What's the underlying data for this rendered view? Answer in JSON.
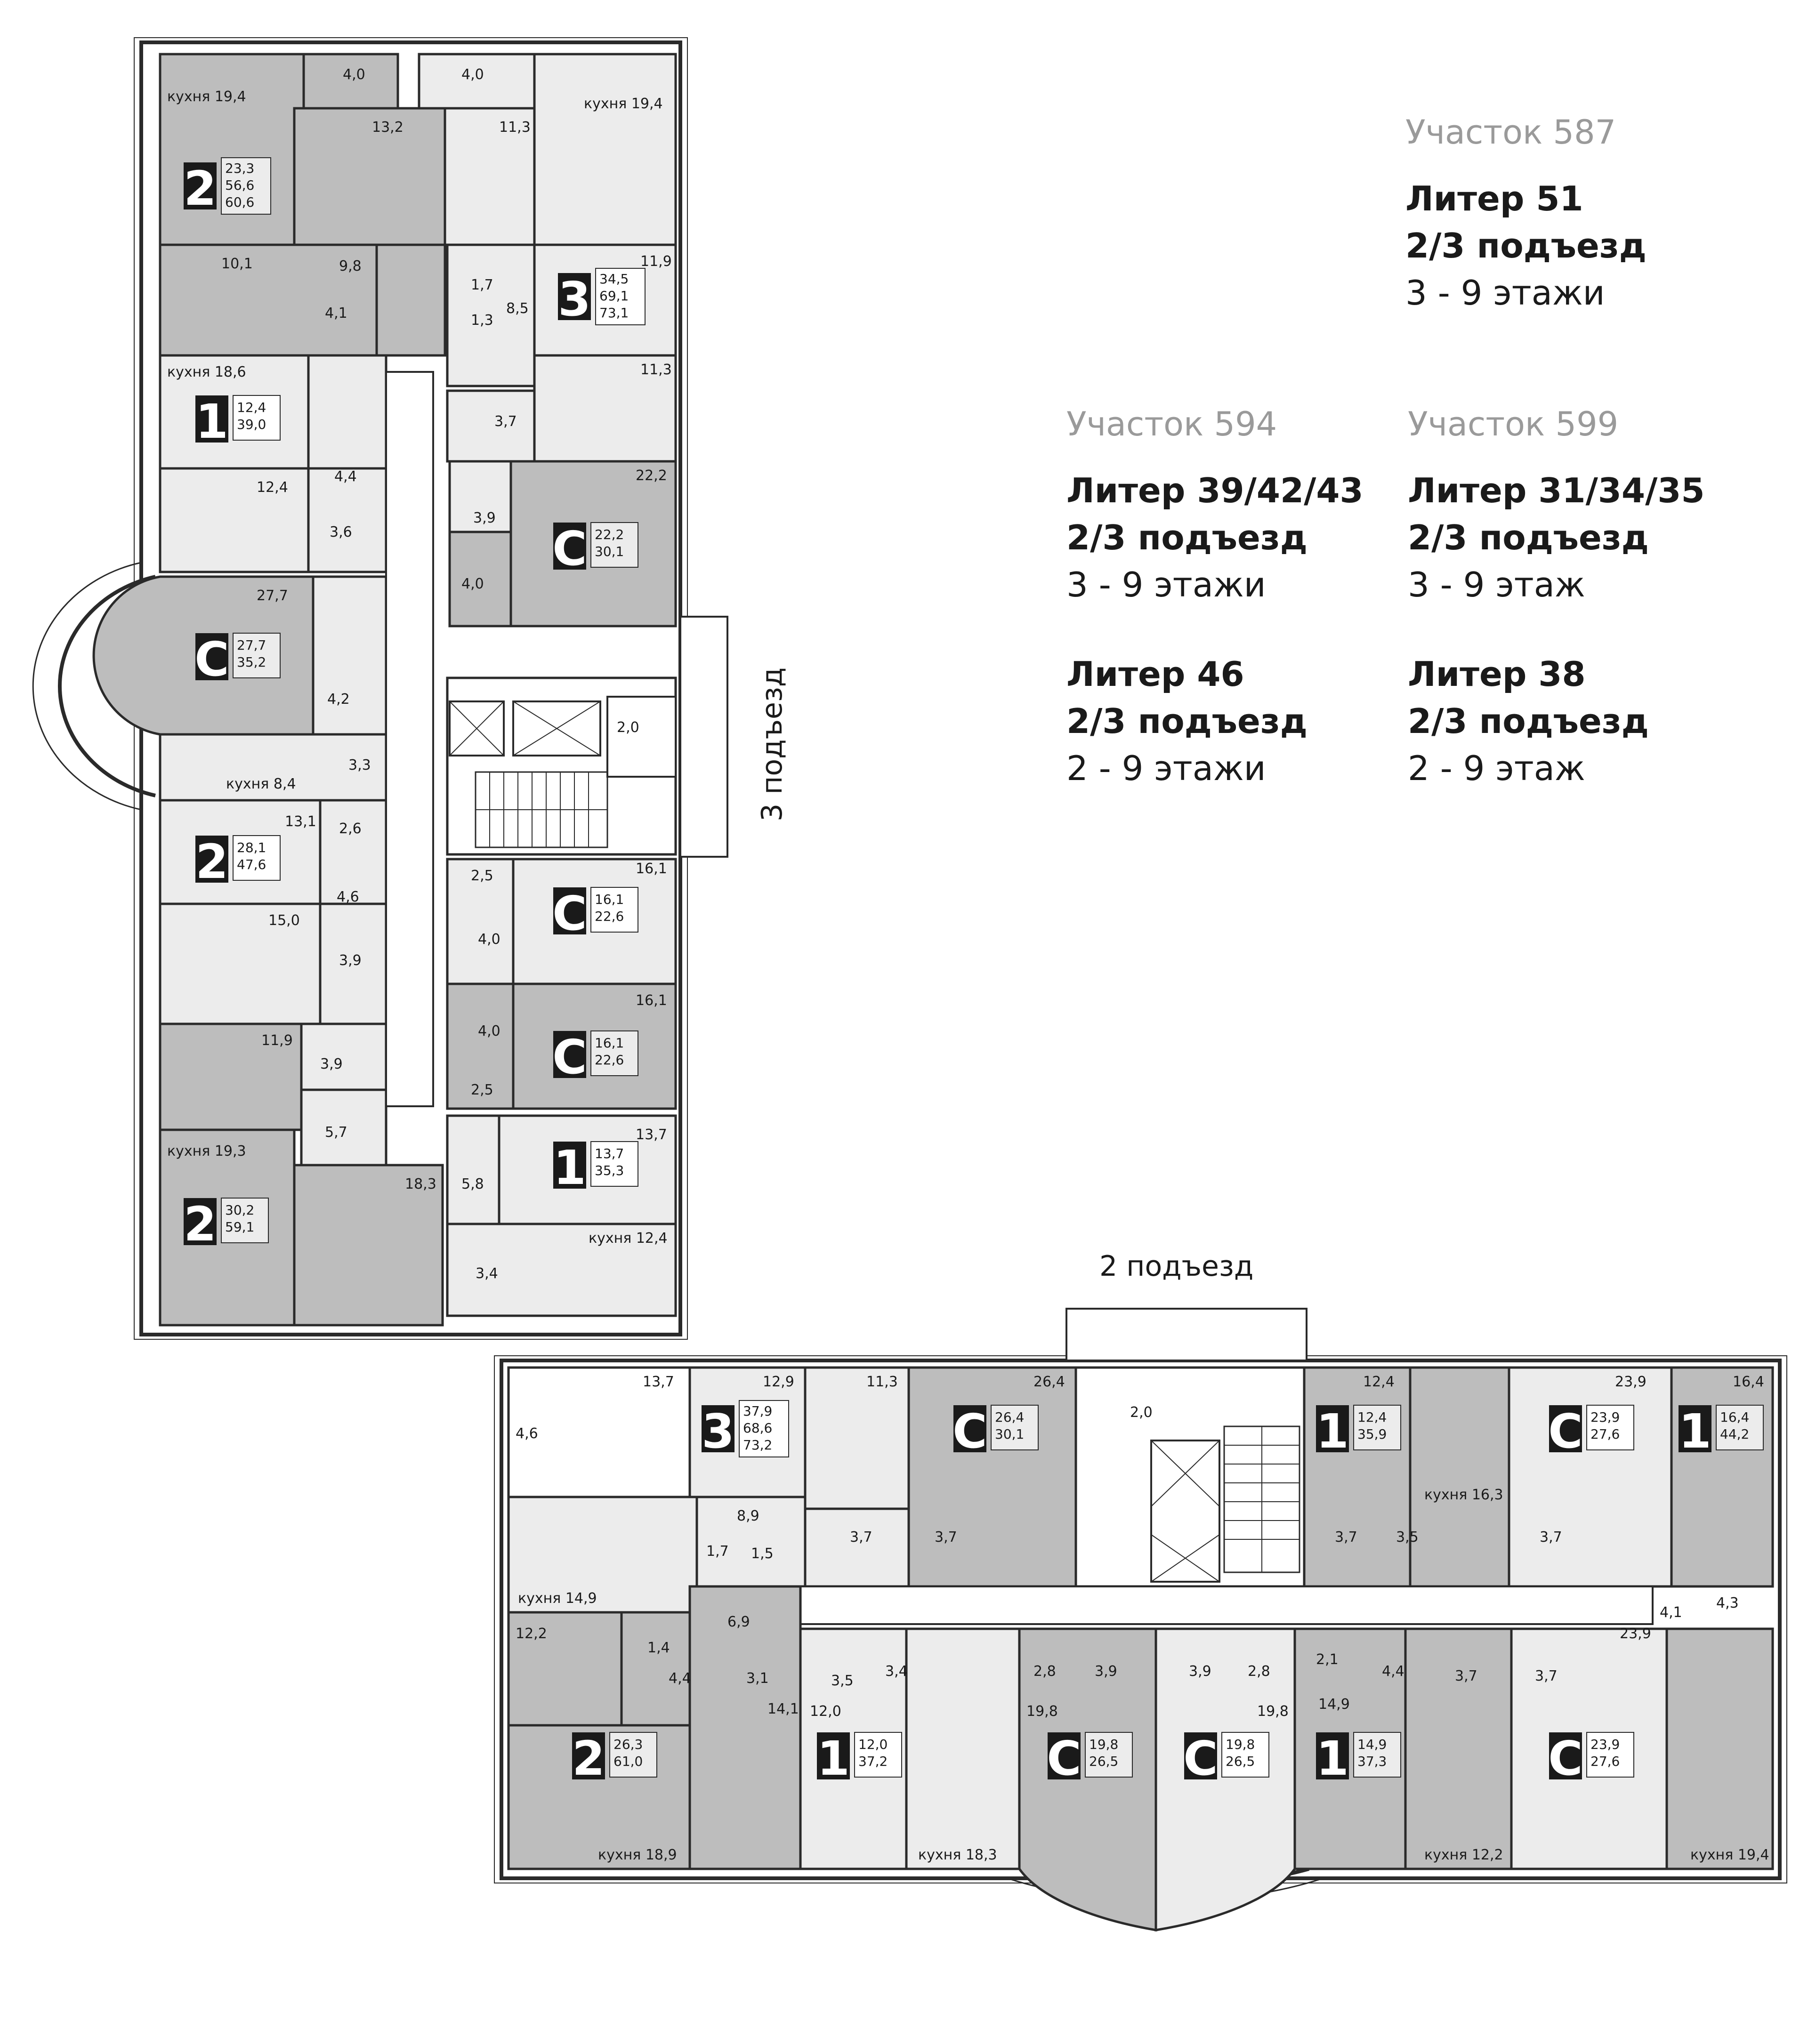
{
  "legend": [
    {
      "plot": "Участок 587",
      "liter": "Литер 51",
      "entrance": "2/3 подъезд",
      "floors": "3 - 9 этажи"
    },
    {
      "plot": "Участок 594",
      "liter": "Литер 39/42/43",
      "entrance": "2/3 подъезд",
      "floors": "3 - 9 этажи"
    },
    {
      "plot": "Участок 599",
      "liter": "Литер 31/34/35",
      "entrance": "2/3 подъезд",
      "floors": "3 - 9 этаж"
    },
    {
      "liter": "Литер 46",
      "entrance": "2/3 подъезд",
      "floors": "2 - 9 этажи"
    },
    {
      "liter": "Литер 38",
      "entrance": "2/3 подъезд",
      "floors": "2 - 9 этаж"
    }
  ],
  "entrance_labels": {
    "third": "3 подъезд",
    "second": "2 подъезд"
  },
  "colors": {
    "apartment_dark": "#bdbdbd",
    "apartment_light": "#ececec",
    "wall": "#2a2a2a",
    "corridor": "#ffffff",
    "badge": "#1a1a1a"
  },
  "apartments": [
    {
      "type": "2",
      "areas": [
        "23,3",
        "56,6",
        "60,6"
      ]
    },
    {
      "type": "3",
      "areas": [
        "34,5",
        "69,1",
        "73,1"
      ]
    },
    {
      "type": "1",
      "areas": [
        "12,4",
        "39,0"
      ]
    },
    {
      "type": "С",
      "areas": [
        "22,2",
        "30,1"
      ]
    },
    {
      "type": "С",
      "areas": [
        "27,7",
        "35,2"
      ]
    },
    {
      "type": "2",
      "areas": [
        "28,1",
        "47,6"
      ]
    },
    {
      "type": "С",
      "areas": [
        "16,1",
        "22,6"
      ]
    },
    {
      "type": "С",
      "areas": [
        "16,1",
        "22,6"
      ]
    },
    {
      "type": "1",
      "areas": [
        "13,7",
        "35,3"
      ]
    },
    {
      "type": "2",
      "areas": [
        "30,2",
        "59,1"
      ]
    },
    {
      "type": "3",
      "areas": [
        "37,9",
        "68,6",
        "73,2"
      ]
    },
    {
      "type": "С",
      "areas": [
        "26,4",
        "30,1"
      ]
    },
    {
      "type": "1",
      "areas": [
        "12,4",
        "35,9"
      ]
    },
    {
      "type": "С",
      "areas": [
        "23,9",
        "27,6"
      ]
    },
    {
      "type": "1",
      "areas": [
        "16,4",
        "44,2"
      ]
    },
    {
      "type": "2",
      "areas": [
        "26,3",
        "61,0"
      ]
    },
    {
      "type": "1",
      "areas": [
        "12,0",
        "37,2"
      ]
    },
    {
      "type": "С",
      "areas": [
        "19,8",
        "26,5"
      ]
    },
    {
      "type": "С",
      "areas": [
        "19,8",
        "26,5"
      ]
    },
    {
      "type": "1",
      "areas": [
        "14,9",
        "37,3"
      ]
    },
    {
      "type": "С",
      "areas": [
        "23,9",
        "27,6"
      ]
    }
  ],
  "room_labels": [
    "4,0",
    "4,0",
    "кухня 19,4",
    "кухня 19,4",
    "13,2",
    "11,3",
    "10,1",
    "9,8",
    "11,9",
    "1,7",
    "4,1",
    "1,3",
    "8,5",
    "кухня 18,6",
    "11,3",
    "3,7",
    "4,4",
    "12,4",
    "22,2",
    "3,6",
    "3,9",
    "4,0",
    "27,7",
    "4,2",
    "2,0",
    "кухня 8,4",
    "3,3",
    "13,1",
    "2,6",
    "16,1",
    "2,5",
    "4,6",
    "4,0",
    "15,0",
    "3,9",
    "16,1",
    "4,0",
    "11,9",
    "3,9",
    "2,5",
    "5,7",
    "13,7",
    "кухня 19,3",
    "18,3",
    "5,8",
    "кухня 12,4",
    "3,4",
    "13,7",
    "12,9",
    "11,3",
    "26,4",
    "2,0",
    "12,4",
    "23,9",
    "16,4",
    "4,6",
    "8,9",
    "1,7",
    "1,5",
    "3,7",
    "3,7",
    "3,7",
    "3,5",
    "кухня 16,3",
    "3,7",
    "кухня 14,9",
    "6,9",
    "4,3",
    "4,1",
    "12,2",
    "1,4",
    "4,4",
    "3,1",
    "3,5",
    "3,4",
    "2,8",
    "3,9",
    "3,9",
    "2,8",
    "2,1",
    "4,4",
    "3,7",
    "3,7",
    "23,9",
    "14,1",
    "12,0",
    "19,8",
    "19,8",
    "14,9",
    "кухня 18,9",
    "кухня 18,3",
    "кухня 12,2",
    "кухня 19,4"
  ]
}
